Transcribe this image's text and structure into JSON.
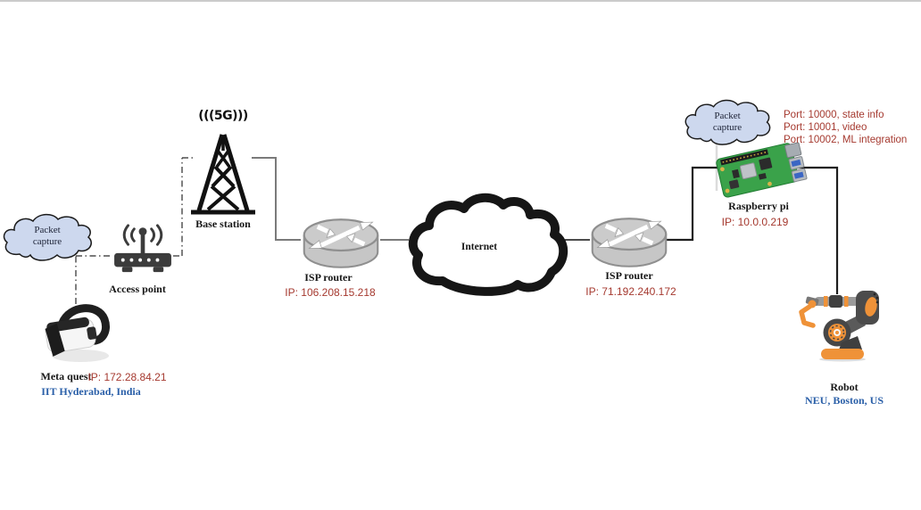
{
  "diagram": {
    "colors": {
      "ip_red": "#a5392f",
      "location_blue": "#2a5fa8",
      "cloud_fill": "#cdd8ee",
      "cloud_stroke": "#1b1b1b",
      "board_green": "#3aa24a",
      "robot_orange": "#ef9238"
    },
    "left_packet_capture": {
      "line1": "Packet",
      "line2": "capture"
    },
    "access_point": {
      "label": "Access point"
    },
    "meta_quest": {
      "label": "Meta quest",
      "ip": "IP: 172.28.84.21",
      "location": "IIT Hyderabad, India"
    },
    "base_station": {
      "signal": "(((5G)))",
      "label": "Base station"
    },
    "isp_router_left": {
      "label": "ISP router",
      "ip": "IP: 106.208.15.218"
    },
    "internet": {
      "label": "Internet"
    },
    "isp_router_right": {
      "label": "ISP router",
      "ip": "IP: 71.192.240.172"
    },
    "right_packet_capture": {
      "line1": "Packet",
      "line2": "capture"
    },
    "raspberry_pi": {
      "label": "Raspberry pi",
      "ip": "IP: 10.0.0.219",
      "ports": [
        "Port: 10000, state info",
        "Port: 10001, video",
        "Port: 10002, ML integration"
      ]
    },
    "robot": {
      "label": "Robot",
      "location": "NEU, Boston, US"
    }
  }
}
